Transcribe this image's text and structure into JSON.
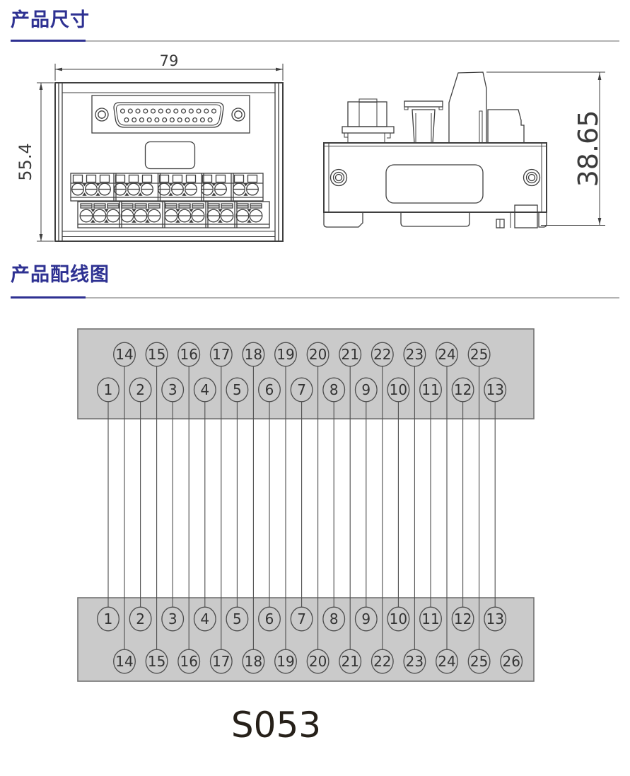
{
  "sections": {
    "product_dimensions": {
      "title": "产品尺寸"
    },
    "product_wiring": {
      "title": "产品配线图"
    }
  },
  "front_view": {
    "width_dim": "79",
    "height_dim": "55.4"
  },
  "side_view": {
    "height_dim": "38.65"
  },
  "wiring_diagram": {
    "top_block": {
      "upper_row": [
        "14",
        "15",
        "16",
        "17",
        "18",
        "19",
        "20",
        "21",
        "22",
        "23",
        "24",
        "25"
      ],
      "lower_row": [
        "1",
        "2",
        "3",
        "4",
        "5",
        "6",
        "7",
        "8",
        "9",
        "10",
        "11",
        "12",
        "13"
      ]
    },
    "bottom_block": {
      "upper_row": [
        "1",
        "2",
        "3",
        "4",
        "5",
        "6",
        "7",
        "8",
        "9",
        "10",
        "11",
        "12",
        "13"
      ],
      "lower_row": [
        "14",
        "15",
        "16",
        "17",
        "18",
        "19",
        "20",
        "21",
        "22",
        "23",
        "24",
        "25",
        "26"
      ]
    }
  },
  "product_code": "S053",
  "colors": {
    "heading": "#2e3192",
    "divider_gray": "#b3b3b3",
    "line": "#3f3f3f",
    "block_fill": "#cacaca",
    "block_border": "#737373"
  }
}
